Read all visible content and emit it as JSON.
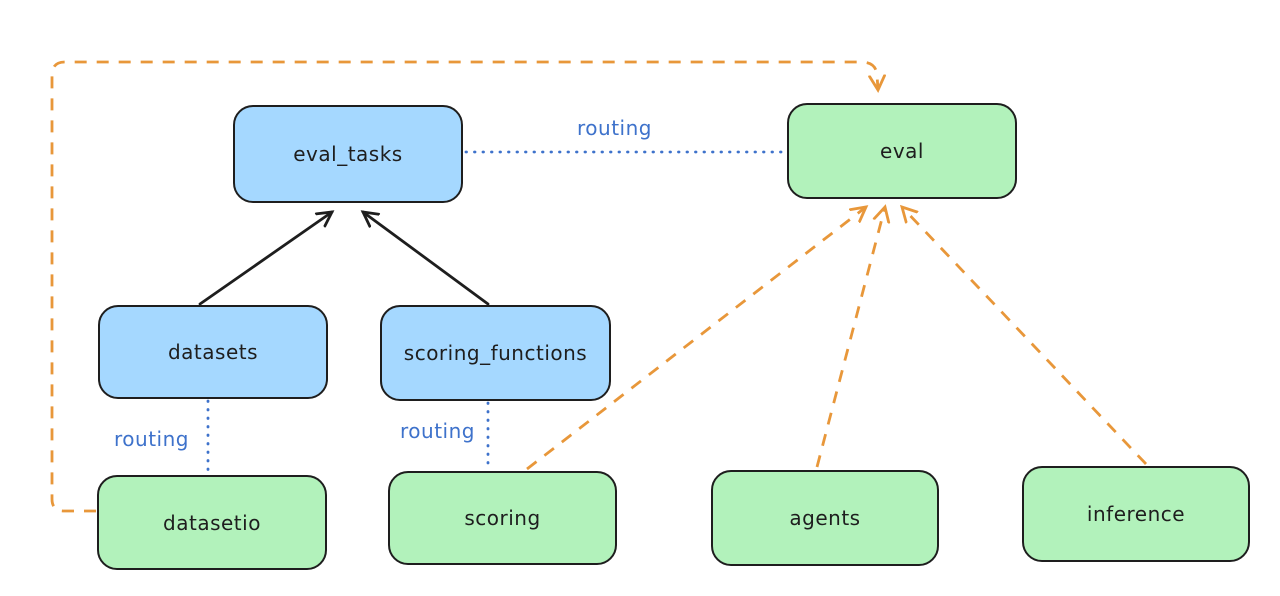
{
  "diagram": {
    "background": "#ffffff",
    "colors": {
      "node_blue_fill": "#a5d8ff",
      "node_green_fill": "#b2f2bb",
      "node_stroke": "#1e1e1e",
      "routing_blue": "#3e72cb",
      "provider_orange": "#e8973a"
    },
    "nodes": {
      "eval_tasks": {
        "label": "eval_tasks",
        "fill": "#a5d8ff"
      },
      "eval": {
        "label": "eval",
        "fill": "#b2f2bb"
      },
      "datasets": {
        "label": "datasets",
        "fill": "#a5d8ff"
      },
      "scoring_functions": {
        "label": "scoring_functions",
        "fill": "#a5d8ff"
      },
      "datasetio": {
        "label": "datasetio",
        "fill": "#b2f2bb"
      },
      "scoring": {
        "label": "scoring",
        "fill": "#b2f2bb"
      },
      "agents": {
        "label": "agents",
        "fill": "#b2f2bb"
      },
      "inference": {
        "label": "inference",
        "fill": "#b2f2bb"
      }
    },
    "edges": [
      {
        "from": "datasets",
        "to": "eval_tasks",
        "style": "solid",
        "color": "#1e1e1e",
        "arrow": true,
        "label": ""
      },
      {
        "from": "scoring_functions",
        "to": "eval_tasks",
        "style": "solid",
        "color": "#1e1e1e",
        "arrow": true,
        "label": ""
      },
      {
        "from": "eval_tasks",
        "to": "eval",
        "style": "dotted",
        "color": "#3e72cb",
        "arrow": false,
        "label": "routing"
      },
      {
        "from": "datasets",
        "to": "datasetio",
        "style": "dotted",
        "color": "#3e72cb",
        "arrow": false,
        "label": "routing"
      },
      {
        "from": "scoring_functions",
        "to": "scoring",
        "style": "dotted",
        "color": "#3e72cb",
        "arrow": false,
        "label": "routing"
      },
      {
        "from": "datasetio",
        "to": "eval",
        "style": "dashed",
        "color": "#e8973a",
        "arrow": true,
        "label": ""
      },
      {
        "from": "scoring",
        "to": "eval",
        "style": "dashed",
        "color": "#e8973a",
        "arrow": true,
        "label": ""
      },
      {
        "from": "agents",
        "to": "eval",
        "style": "dashed",
        "color": "#e8973a",
        "arrow": true,
        "label": ""
      },
      {
        "from": "inference",
        "to": "eval",
        "style": "dashed",
        "color": "#e8973a",
        "arrow": true,
        "label": ""
      }
    ]
  }
}
